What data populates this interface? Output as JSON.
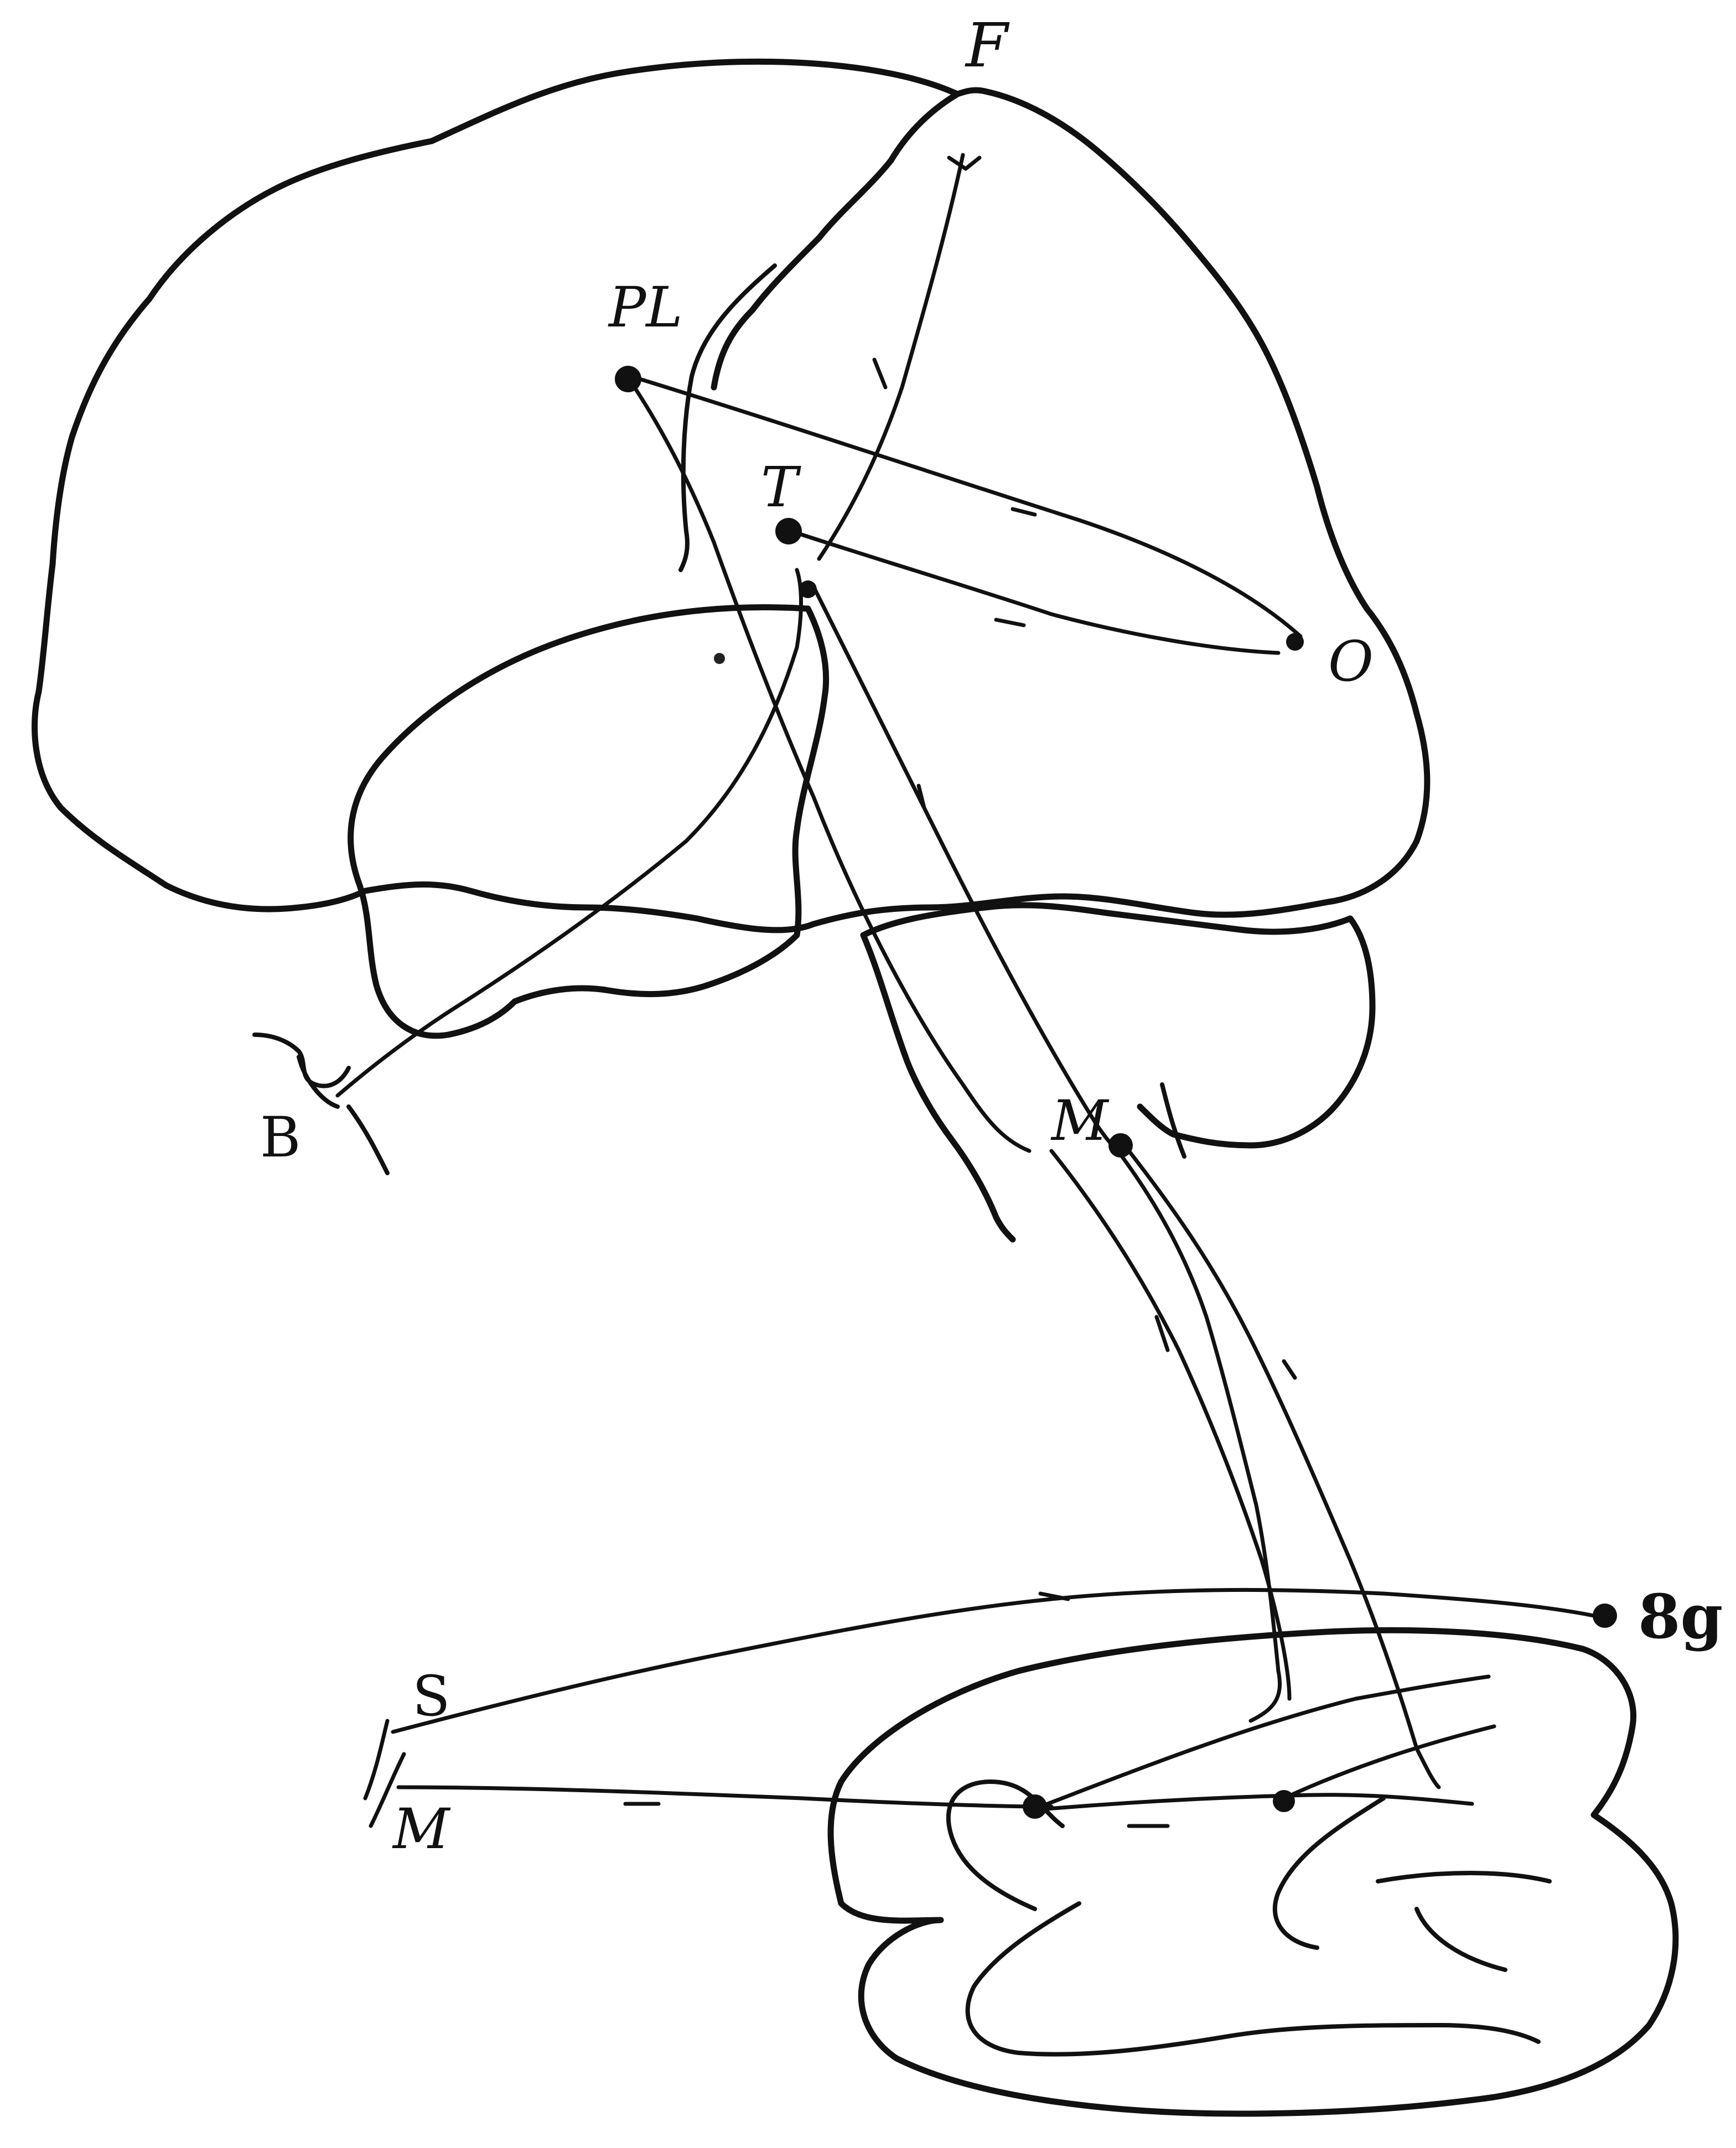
{
  "labels": {
    "F": "F",
    "PL": "PL",
    "T": "T",
    "O": "O",
    "B": "B",
    "M_mid": "M",
    "S": "S",
    "M_low": "M",
    "Sg": "8g"
  },
  "colors": {
    "ink": "#111111",
    "paper": "#ffffff"
  }
}
